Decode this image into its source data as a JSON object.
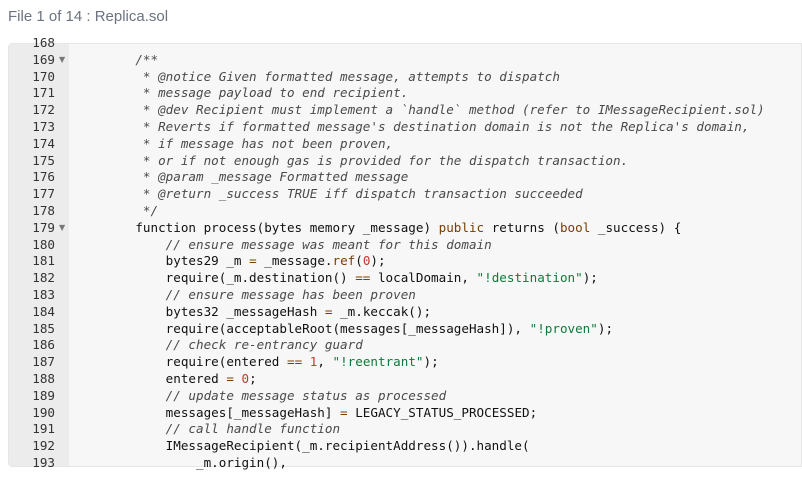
{
  "file_header": {
    "title": "File 1 of 14 : Replica.sol"
  },
  "editor": {
    "lines": [
      {
        "num": "168",
        "fold": "",
        "parts": [
          {
            "t": "",
            "c": ""
          }
        ]
      },
      {
        "num": "169",
        "fold": "▼",
        "parts": [
          {
            "t": "    /**",
            "c": "cm"
          }
        ]
      },
      {
        "num": "170",
        "fold": "",
        "parts": [
          {
            "t": "     * @notice Given formatted message, attempts to dispatch",
            "c": "cm"
          }
        ]
      },
      {
        "num": "171",
        "fold": "",
        "parts": [
          {
            "t": "     * message payload to end recipient.",
            "c": "cm"
          }
        ]
      },
      {
        "num": "172",
        "fold": "",
        "parts": [
          {
            "t": "     * @dev Recipient must implement a `handle` method (refer to IMessageRecipient.sol)",
            "c": "cm"
          }
        ]
      },
      {
        "num": "173",
        "fold": "",
        "parts": [
          {
            "t": "     * Reverts if formatted message's destination domain is not the Replica's domain,",
            "c": "cm"
          }
        ]
      },
      {
        "num": "174",
        "fold": "",
        "parts": [
          {
            "t": "     * if message has not been proven,",
            "c": "cm"
          }
        ]
      },
      {
        "num": "175",
        "fold": "",
        "parts": [
          {
            "t": "     * or if not enough gas is provided for the dispatch transaction.",
            "c": "cm"
          }
        ]
      },
      {
        "num": "176",
        "fold": "",
        "parts": [
          {
            "t": "     * @param _message Formatted message",
            "c": "cm"
          }
        ]
      },
      {
        "num": "177",
        "fold": "",
        "parts": [
          {
            "t": "     * @return _success TRUE iff dispatch transaction succeeded",
            "c": "cm"
          }
        ]
      },
      {
        "num": "178",
        "fold": "",
        "parts": [
          {
            "t": "     */",
            "c": "cm"
          }
        ]
      },
      {
        "num": "179",
        "fold": "▼",
        "parts": [
          {
            "t": "    function process(bytes memory _message) ",
            "c": ""
          },
          {
            "t": "public",
            "c": "kw"
          },
          {
            "t": " returns (",
            "c": ""
          },
          {
            "t": "bool",
            "c": "kw"
          },
          {
            "t": " _success) {",
            "c": ""
          }
        ]
      },
      {
        "num": "180",
        "fold": "",
        "parts": [
          {
            "t": "        // ensure message was meant for this domain",
            "c": "cm"
          }
        ]
      },
      {
        "num": "181",
        "fold": "",
        "parts": [
          {
            "t": "        bytes29 _m ",
            "c": ""
          },
          {
            "t": "=",
            "c": "kw"
          },
          {
            "t": " _message.",
            "c": ""
          },
          {
            "t": "ref",
            "c": "kw"
          },
          {
            "t": "(",
            "c": ""
          },
          {
            "t": "0",
            "c": "num"
          },
          {
            "t": ");",
            "c": ""
          }
        ]
      },
      {
        "num": "182",
        "fold": "",
        "parts": [
          {
            "t": "        require(_m.destination() ",
            "c": ""
          },
          {
            "t": "==",
            "c": "kw"
          },
          {
            "t": " localDomain, ",
            "c": ""
          },
          {
            "t": "\"!destination\"",
            "c": "str"
          },
          {
            "t": ");",
            "c": ""
          }
        ]
      },
      {
        "num": "183",
        "fold": "",
        "parts": [
          {
            "t": "        // ensure message has been proven",
            "c": "cm"
          }
        ]
      },
      {
        "num": "184",
        "fold": "",
        "parts": [
          {
            "t": "        bytes32 _messageHash ",
            "c": ""
          },
          {
            "t": "=",
            "c": "kw"
          },
          {
            "t": " _m.keccak();",
            "c": ""
          }
        ]
      },
      {
        "num": "185",
        "fold": "",
        "parts": [
          {
            "t": "        require(acceptableRoot(messages[_messageHash]), ",
            "c": ""
          },
          {
            "t": "\"!proven\"",
            "c": "str"
          },
          {
            "t": ");",
            "c": ""
          }
        ]
      },
      {
        "num": "186",
        "fold": "",
        "parts": [
          {
            "t": "        // check re-entrancy guard",
            "c": "cm"
          }
        ]
      },
      {
        "num": "187",
        "fold": "",
        "parts": [
          {
            "t": "        require(entered ",
            "c": ""
          },
          {
            "t": "==",
            "c": "kw"
          },
          {
            "t": " ",
            "c": ""
          },
          {
            "t": "1",
            "c": "num"
          },
          {
            "t": ", ",
            "c": ""
          },
          {
            "t": "\"!reentrant\"",
            "c": "str"
          },
          {
            "t": ");",
            "c": ""
          }
        ]
      },
      {
        "num": "188",
        "fold": "",
        "parts": [
          {
            "t": "        entered ",
            "c": ""
          },
          {
            "t": "=",
            "c": "kw"
          },
          {
            "t": " ",
            "c": ""
          },
          {
            "t": "0",
            "c": "num"
          },
          {
            "t": ";",
            "c": ""
          }
        ]
      },
      {
        "num": "189",
        "fold": "",
        "parts": [
          {
            "t": "        // update message status as processed",
            "c": "cm"
          }
        ]
      },
      {
        "num": "190",
        "fold": "",
        "parts": [
          {
            "t": "        messages[_messageHash] ",
            "c": ""
          },
          {
            "t": "=",
            "c": "kw"
          },
          {
            "t": " LEGACY_STATUS_PROCESSED;",
            "c": ""
          }
        ]
      },
      {
        "num": "191",
        "fold": "",
        "parts": [
          {
            "t": "        // call handle function",
            "c": "cm"
          }
        ]
      },
      {
        "num": "192",
        "fold": "",
        "parts": [
          {
            "t": "        IMessageRecipient(_m.recipientAddress()).handle(",
            "c": ""
          }
        ]
      },
      {
        "num": "193",
        "fold": "",
        "parts": [
          {
            "t": "            _m.origin(),",
            "c": ""
          }
        ]
      }
    ]
  },
  "colors": {
    "gutter": "#ececec",
    "editor_bg": "#f7f7f7",
    "keyword": "#7a3e00",
    "string": "#0f7a3a",
    "number": "#c0392b",
    "comment": "#4a4a4a"
  },
  "icons": {
    "fold": "fold-arrow-icon"
  }
}
